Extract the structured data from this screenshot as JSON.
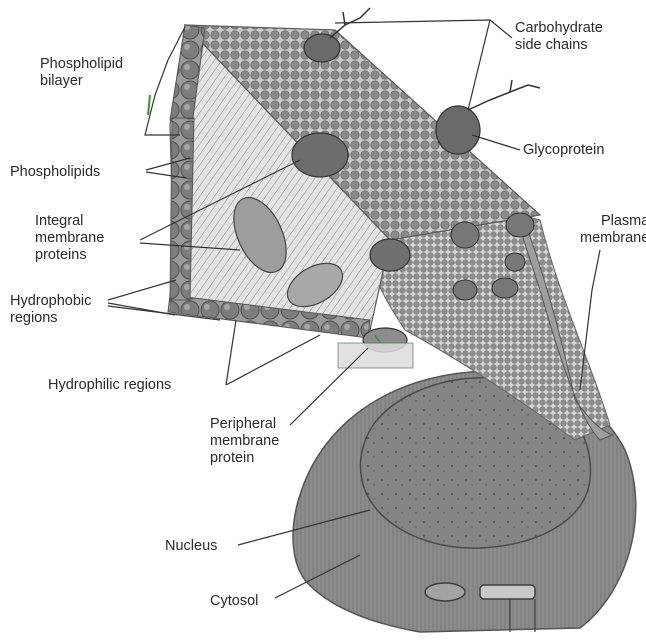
{
  "labels": {
    "carbohydrate": "Carbohydrate\nside chains",
    "bilayer": "Phospholipid\nbilayer",
    "phospholipids": "Phospholipids",
    "glycoprotein": "Glycoprotein",
    "integral": "Integral\nmembrane\nproteins",
    "plasma": "Plasma\nmembrane",
    "hydrophobic": "Hydrophobic\nregions",
    "hydrophilic": "Hydrophilic regions",
    "peripheral": "Peripheral\nmembrane\nprotein",
    "nucleus": "Nucleus",
    "cytosol": "Cytosol"
  },
  "colors": {
    "ink": "#2a2a2a",
    "membrane_dark": "#6f6f6f",
    "membrane_light": "#b8b8b8",
    "cell_body": "#7a7a7a",
    "nucleus": "#8c8c8c",
    "accent_green": "#3f8f3f"
  }
}
